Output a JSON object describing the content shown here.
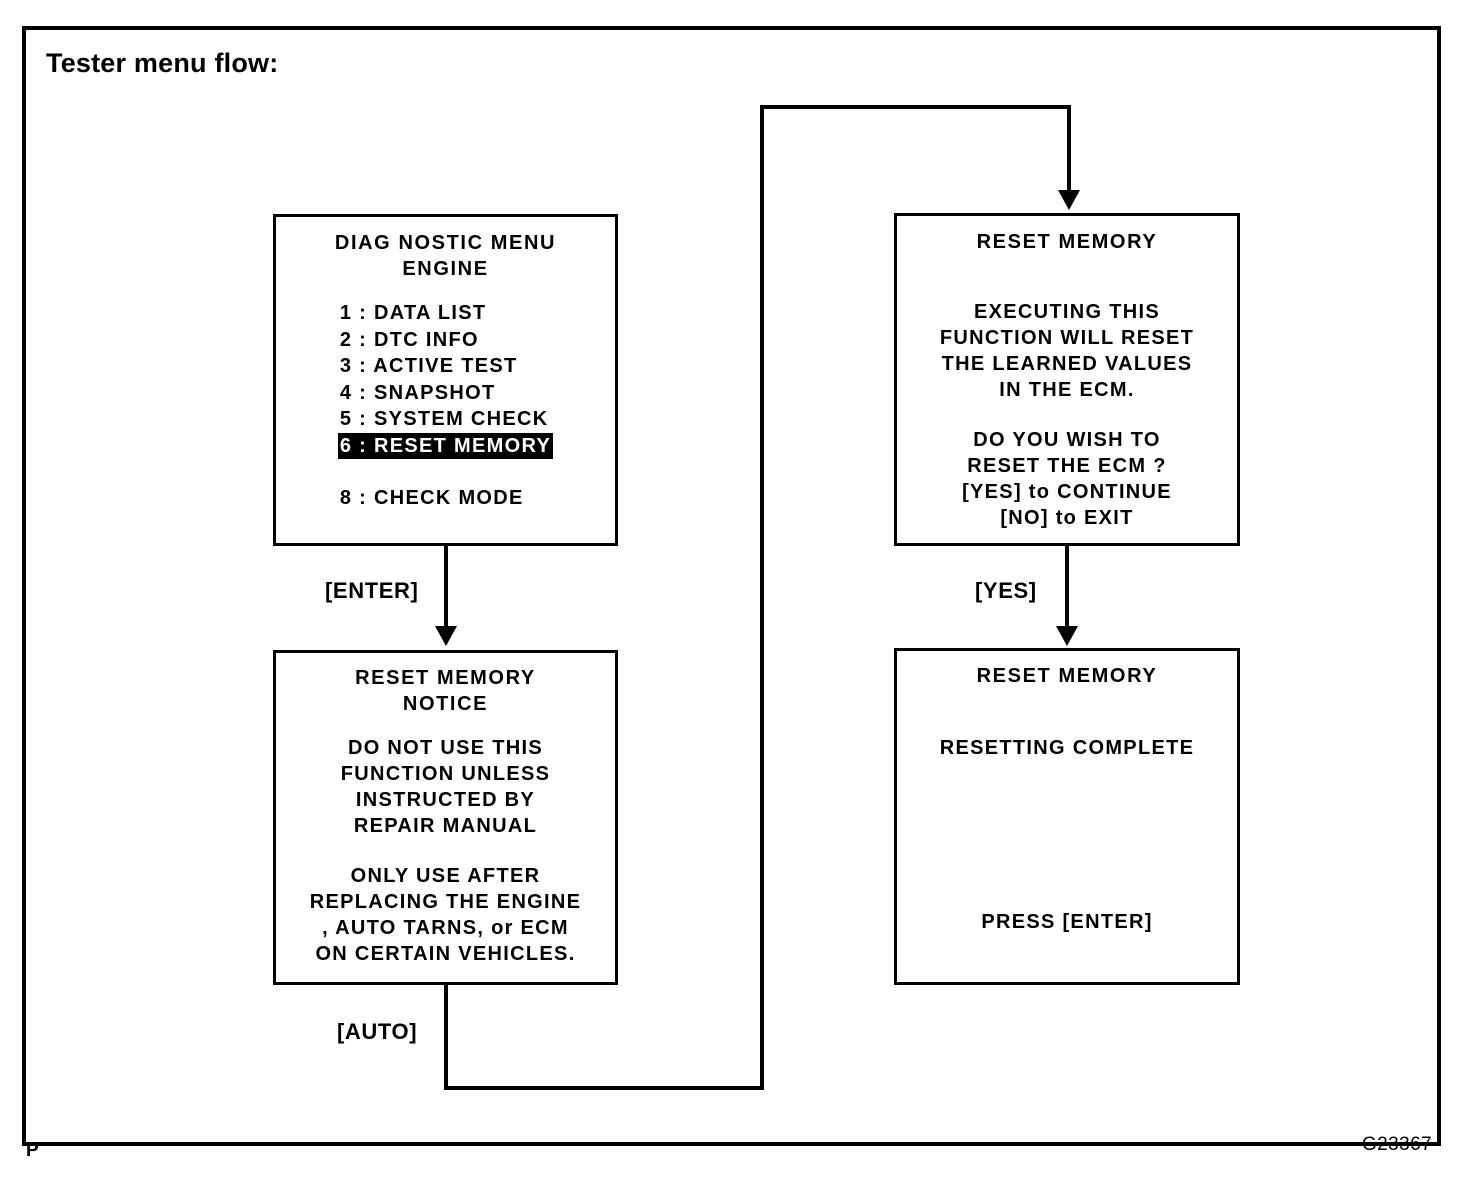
{
  "page": {
    "title": "Tester menu flow:",
    "figure_id": "G23367",
    "corner_mark": "P"
  },
  "boxes": {
    "diagnostic_menu": {
      "name": "DIAGNOSTIC MENU",
      "title_line1": "DIAG NOSTIC  MENU",
      "title_line2": "ENGINE",
      "items": [
        {
          "label": "1 :  DATA  LIST",
          "selected": false
        },
        {
          "label": "2 :  DTC INFO",
          "selected": false
        },
        {
          "label": "3 :  ACTIVE TEST",
          "selected": false
        },
        {
          "label": "4 :  SNAPSHOT",
          "selected": false
        },
        {
          "label": "5 :  SYSTEM  CHECK",
          "selected": false
        },
        {
          "label": "6 :  RESET  MEMORY",
          "selected": true
        }
      ],
      "item_after_gap": {
        "label": "8 :  CHECK MODE",
        "selected": false
      }
    },
    "reset_notice": {
      "title_line1": "RESET  MEMORY",
      "title_line2": "NOTICE",
      "para1": [
        "DO  NOT  USE  THIS",
        "FUNCTION  UNLESS",
        "INSTRUCTED  BY",
        "REPAIR  MANUAL"
      ],
      "para2": [
        "ONLY  USE  AFTER",
        "REPLACING  THE  ENGINE",
        ", AUTO  TARNS, or  ECM",
        "ON  CERTAIN  VEHICLES."
      ]
    },
    "reset_confirm": {
      "title": "RESET  MEMORY",
      "para1": [
        "EXECUTING  THIS",
        "FUNCTION  WILL  RESET",
        "THE  LEARNED  VALUES",
        "IN  THE  ECM."
      ],
      "para2": [
        "DO  YOU  WISH  TO",
        "RESET  THE  ECM ?",
        "[YES] to  CONTINUE",
        "[NO]  to  EXIT"
      ]
    },
    "reset_complete": {
      "title": "RESET  MEMORY",
      "status": "RESETTING  COMPLETE",
      "prompt": "PRESS  [ENTER]"
    }
  },
  "edges": {
    "enter_label": "[ENTER]",
    "auto_label": "[AUTO]",
    "yes_label": "[YES]"
  },
  "colors": {
    "ink": "#000000",
    "paper": "#ffffff",
    "highlight_bg": "#000000",
    "highlight_fg": "#ffffff"
  }
}
